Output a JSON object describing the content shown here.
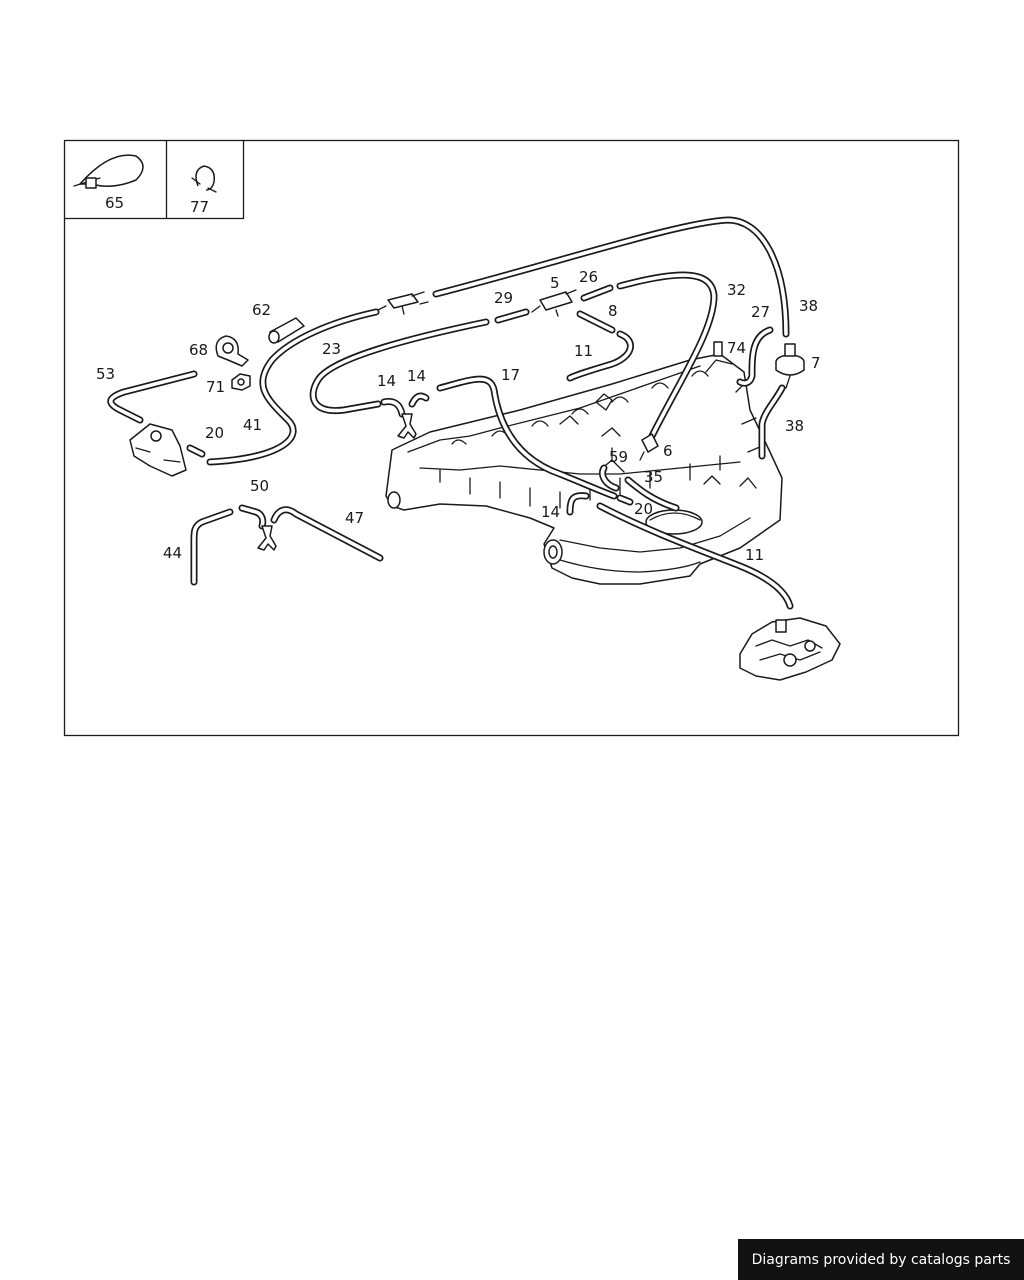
{
  "callouts": {
    "c65": "65",
    "c77": "77",
    "c62": "62",
    "c68": "68",
    "c71": "71",
    "c53": "53",
    "c20a": "20",
    "c41": "41",
    "c23": "23",
    "c29": "29",
    "c5": "5",
    "c26": "26",
    "c8": "8",
    "c11a": "11",
    "c32": "32",
    "c27": "27",
    "c38a": "38",
    "c74": "74",
    "c7": "7",
    "c38b": "38",
    "c14a": "14",
    "c14b": "14",
    "c17": "17",
    "c6": "6",
    "c59": "59",
    "c35": "35",
    "c20b": "20",
    "c14c": "14",
    "c11b": "11",
    "c50": "50",
    "c47": "47",
    "c44": "44"
  },
  "footer": {
    "credit": "Diagrams provided by catalogs parts"
  }
}
